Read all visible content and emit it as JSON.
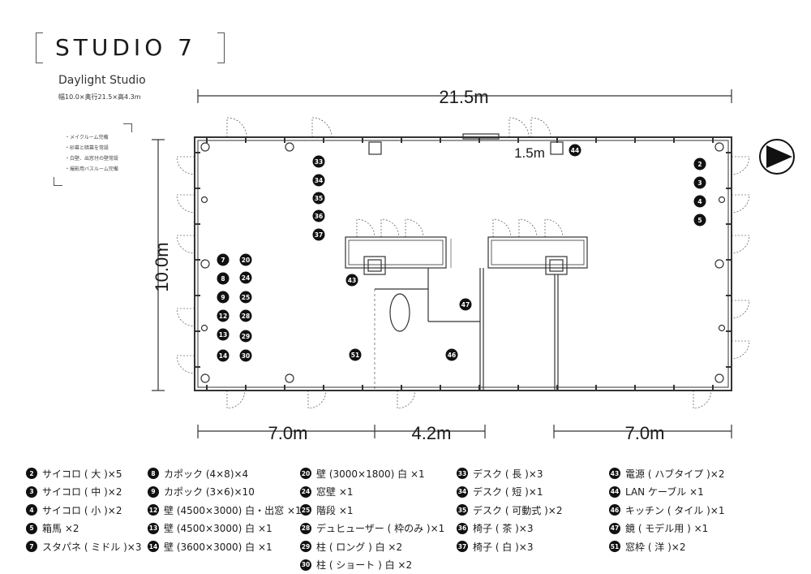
{
  "header": {
    "title": "STUDIO 7",
    "subtitle": "Daylight Studio",
    "dimensions": "幅10.0×奥行21.5×高4.3m"
  },
  "features": [
    "・メイクルーム完備",
    "・砂幕と暗幕を常設",
    "・白壁、出窓付の壁常設",
    "・撮影用バスルーム完備"
  ],
  "measurements": {
    "total_width": "21.5m",
    "height": "10.0m",
    "left_section": "7.0m",
    "middle_section": "4.2m",
    "right_section": "7.0m",
    "window_width": "1.5m"
  },
  "markers": [
    {
      "n": "2"
    },
    {
      "n": "3"
    },
    {
      "n": "4"
    },
    {
      "n": "5"
    },
    {
      "n": "7"
    },
    {
      "n": "8"
    },
    {
      "n": "9"
    },
    {
      "n": "12"
    },
    {
      "n": "13"
    },
    {
      "n": "14"
    },
    {
      "n": "20"
    },
    {
      "n": "24"
    },
    {
      "n": "25"
    },
    {
      "n": "28"
    },
    {
      "n": "29"
    },
    {
      "n": "30"
    },
    {
      "n": "33"
    },
    {
      "n": "34"
    },
    {
      "n": "35"
    },
    {
      "n": "36"
    },
    {
      "n": "37"
    },
    {
      "n": "43"
    },
    {
      "n": "44"
    },
    {
      "n": "46"
    },
    {
      "n": "47"
    },
    {
      "n": "51"
    }
  ],
  "legend": [
    [
      {
        "num": "2",
        "label": "サイコロ ( 大 )×5"
      },
      {
        "num": "3",
        "label": "サイコロ ( 中 )×2"
      },
      {
        "num": "4",
        "label": "サイコロ ( 小 )×2"
      },
      {
        "num": "5",
        "label": "箱馬 ×2"
      },
      {
        "num": "7",
        "label": "スタパネ ( ミドル )×3"
      }
    ],
    [
      {
        "num": "8",
        "label": "カポック (4×8)×4"
      },
      {
        "num": "9",
        "label": "カポック (3×6)×10"
      },
      {
        "num": "12",
        "label": "壁 (4500×3000) 白・出窓 ×1"
      },
      {
        "num": "13",
        "label": "壁 (4500×3000) 白 ×1"
      },
      {
        "num": "14",
        "label": "壁 (3600×3000) 白 ×1"
      }
    ],
    [
      {
        "num": "20",
        "label": "壁 (3000×1800) 白 ×1"
      },
      {
        "num": "24",
        "label": "窓壁 ×1"
      },
      {
        "num": "25",
        "label": "階段 ×1"
      },
      {
        "num": "28",
        "label": "デュヒューザー ( 枠のみ )×1"
      },
      {
        "num": "29",
        "label": "柱 ( ロング ) 白 ×2"
      },
      {
        "num": "30",
        "label": "柱 ( ショート ) 白 ×2"
      }
    ],
    [
      {
        "num": "33",
        "label": "デスク ( 長 )×3"
      },
      {
        "num": "34",
        "label": "デスク ( 短 )×1"
      },
      {
        "num": "35",
        "label": "デスク ( 可動式 )×2"
      },
      {
        "num": "36",
        "label": "椅子 ( 茶 )×3"
      },
      {
        "num": "37",
        "label": "椅子 ( 白 )×3"
      }
    ],
    [
      {
        "num": "43",
        "label": "電源 ( ハブタイプ )×2"
      },
      {
        "num": "44",
        "label": "LAN ケーブル ×1"
      },
      {
        "num": "46",
        "label": "キッチン ( タイル )×1"
      },
      {
        "num": "47",
        "label": "鏡 ( モデル用 ) ×1"
      },
      {
        "num": "51",
        "label": "窓枠 ( 洋 )×2"
      }
    ]
  ],
  "colors": {
    "ink": "#1a1a1a",
    "line": "#333333",
    "marker": "#111111"
  }
}
